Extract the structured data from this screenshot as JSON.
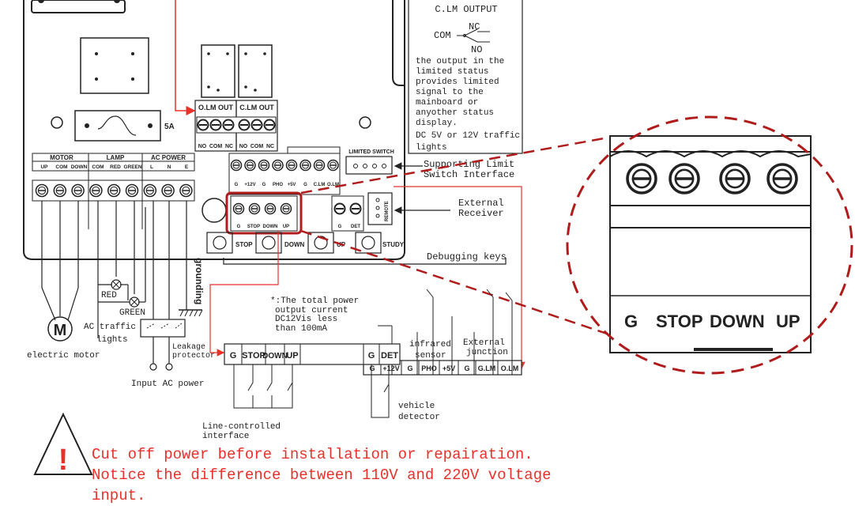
{
  "note_box": {
    "title": "C.LM OUTPUT",
    "nc": "NC",
    "com": "COM",
    "no": "NO",
    "lines": [
      "the output in the",
      "limited status",
      "provides limited",
      "signal to the",
      "mainboard or",
      "anyother status",
      "display.",
      "DC 5V or 12V traffic",
      "lights"
    ]
  },
  "board": {
    "fuse": "5A",
    "motor": "MOTOR",
    "lamp": "LAMP",
    "ac_power": "AC POWER",
    "motor_pins": [
      "UP",
      "COM",
      "DOWN"
    ],
    "lamp_pins": [
      "COM",
      "RED",
      "GREEN"
    ],
    "ac_pins": [
      "L",
      "N",
      "E"
    ],
    "relay_labels": [
      "O.LM OUT",
      "C.LM OUT"
    ],
    "relay_pins": [
      "NO",
      "COM",
      "NC",
      "NO",
      "COM",
      "NC"
    ],
    "sensor_pins": [
      "G",
      "+12V",
      "G",
      "PHO",
      "+5V",
      "G",
      "C.LM",
      "O.LM"
    ],
    "limited_switch": "LIMITED SWITCH",
    "ctrl_pins": [
      "G",
      "STOP",
      "DOWN",
      "UP"
    ],
    "det_pins": [
      "G",
      "DET"
    ],
    "remote": "REMOTE",
    "keys": [
      "STOP",
      "DOWN",
      "UP",
      "STUDY"
    ]
  },
  "callouts": {
    "limit_switch": [
      "Supporting Limit",
      "Switch Interface"
    ],
    "receiver": [
      "External",
      "Receiver"
    ],
    "debug": "Debugging keys"
  },
  "zoom": {
    "pins": [
      "G",
      "STOP",
      "DOWN",
      "UP"
    ]
  },
  "lower": {
    "grounding": "grounding",
    "red": "RED",
    "green": "GREEN",
    "motor_symbol": "M",
    "motor": "electric motor",
    "traffic": [
      "AC traffic",
      "lights"
    ],
    "leakage": [
      "Leakage",
      "protector"
    ],
    "input_ac": "Input AC power",
    "total_note": [
      "*:The total power",
      "output current",
      "DC12Vis less",
      "than 100mA"
    ],
    "sensor_strip": [
      "G",
      "+12V",
      "G",
      "PHO",
      "+5V",
      "G",
      "G.LM",
      "O.LM"
    ],
    "infrared": [
      "infrared",
      "sensor"
    ],
    "junction": [
      "External",
      "junction"
    ],
    "line_strip": [
      "G",
      "STOP",
      "DOWN",
      "UP",
      "G",
      "DET"
    ],
    "line_label": [
      "Line-controlled",
      "interface"
    ],
    "vehicle": [
      "vehicle",
      "detector"
    ]
  },
  "warning": {
    "symbol": "!",
    "lines": [
      "Cut off power before installation or repairation.",
      "Notice the difference between 110V and 220V voltage",
      "input."
    ]
  },
  "colors": {
    "accent_red": "#e8312a",
    "dashed_red": "#b01c1c",
    "ink": "#222222"
  }
}
